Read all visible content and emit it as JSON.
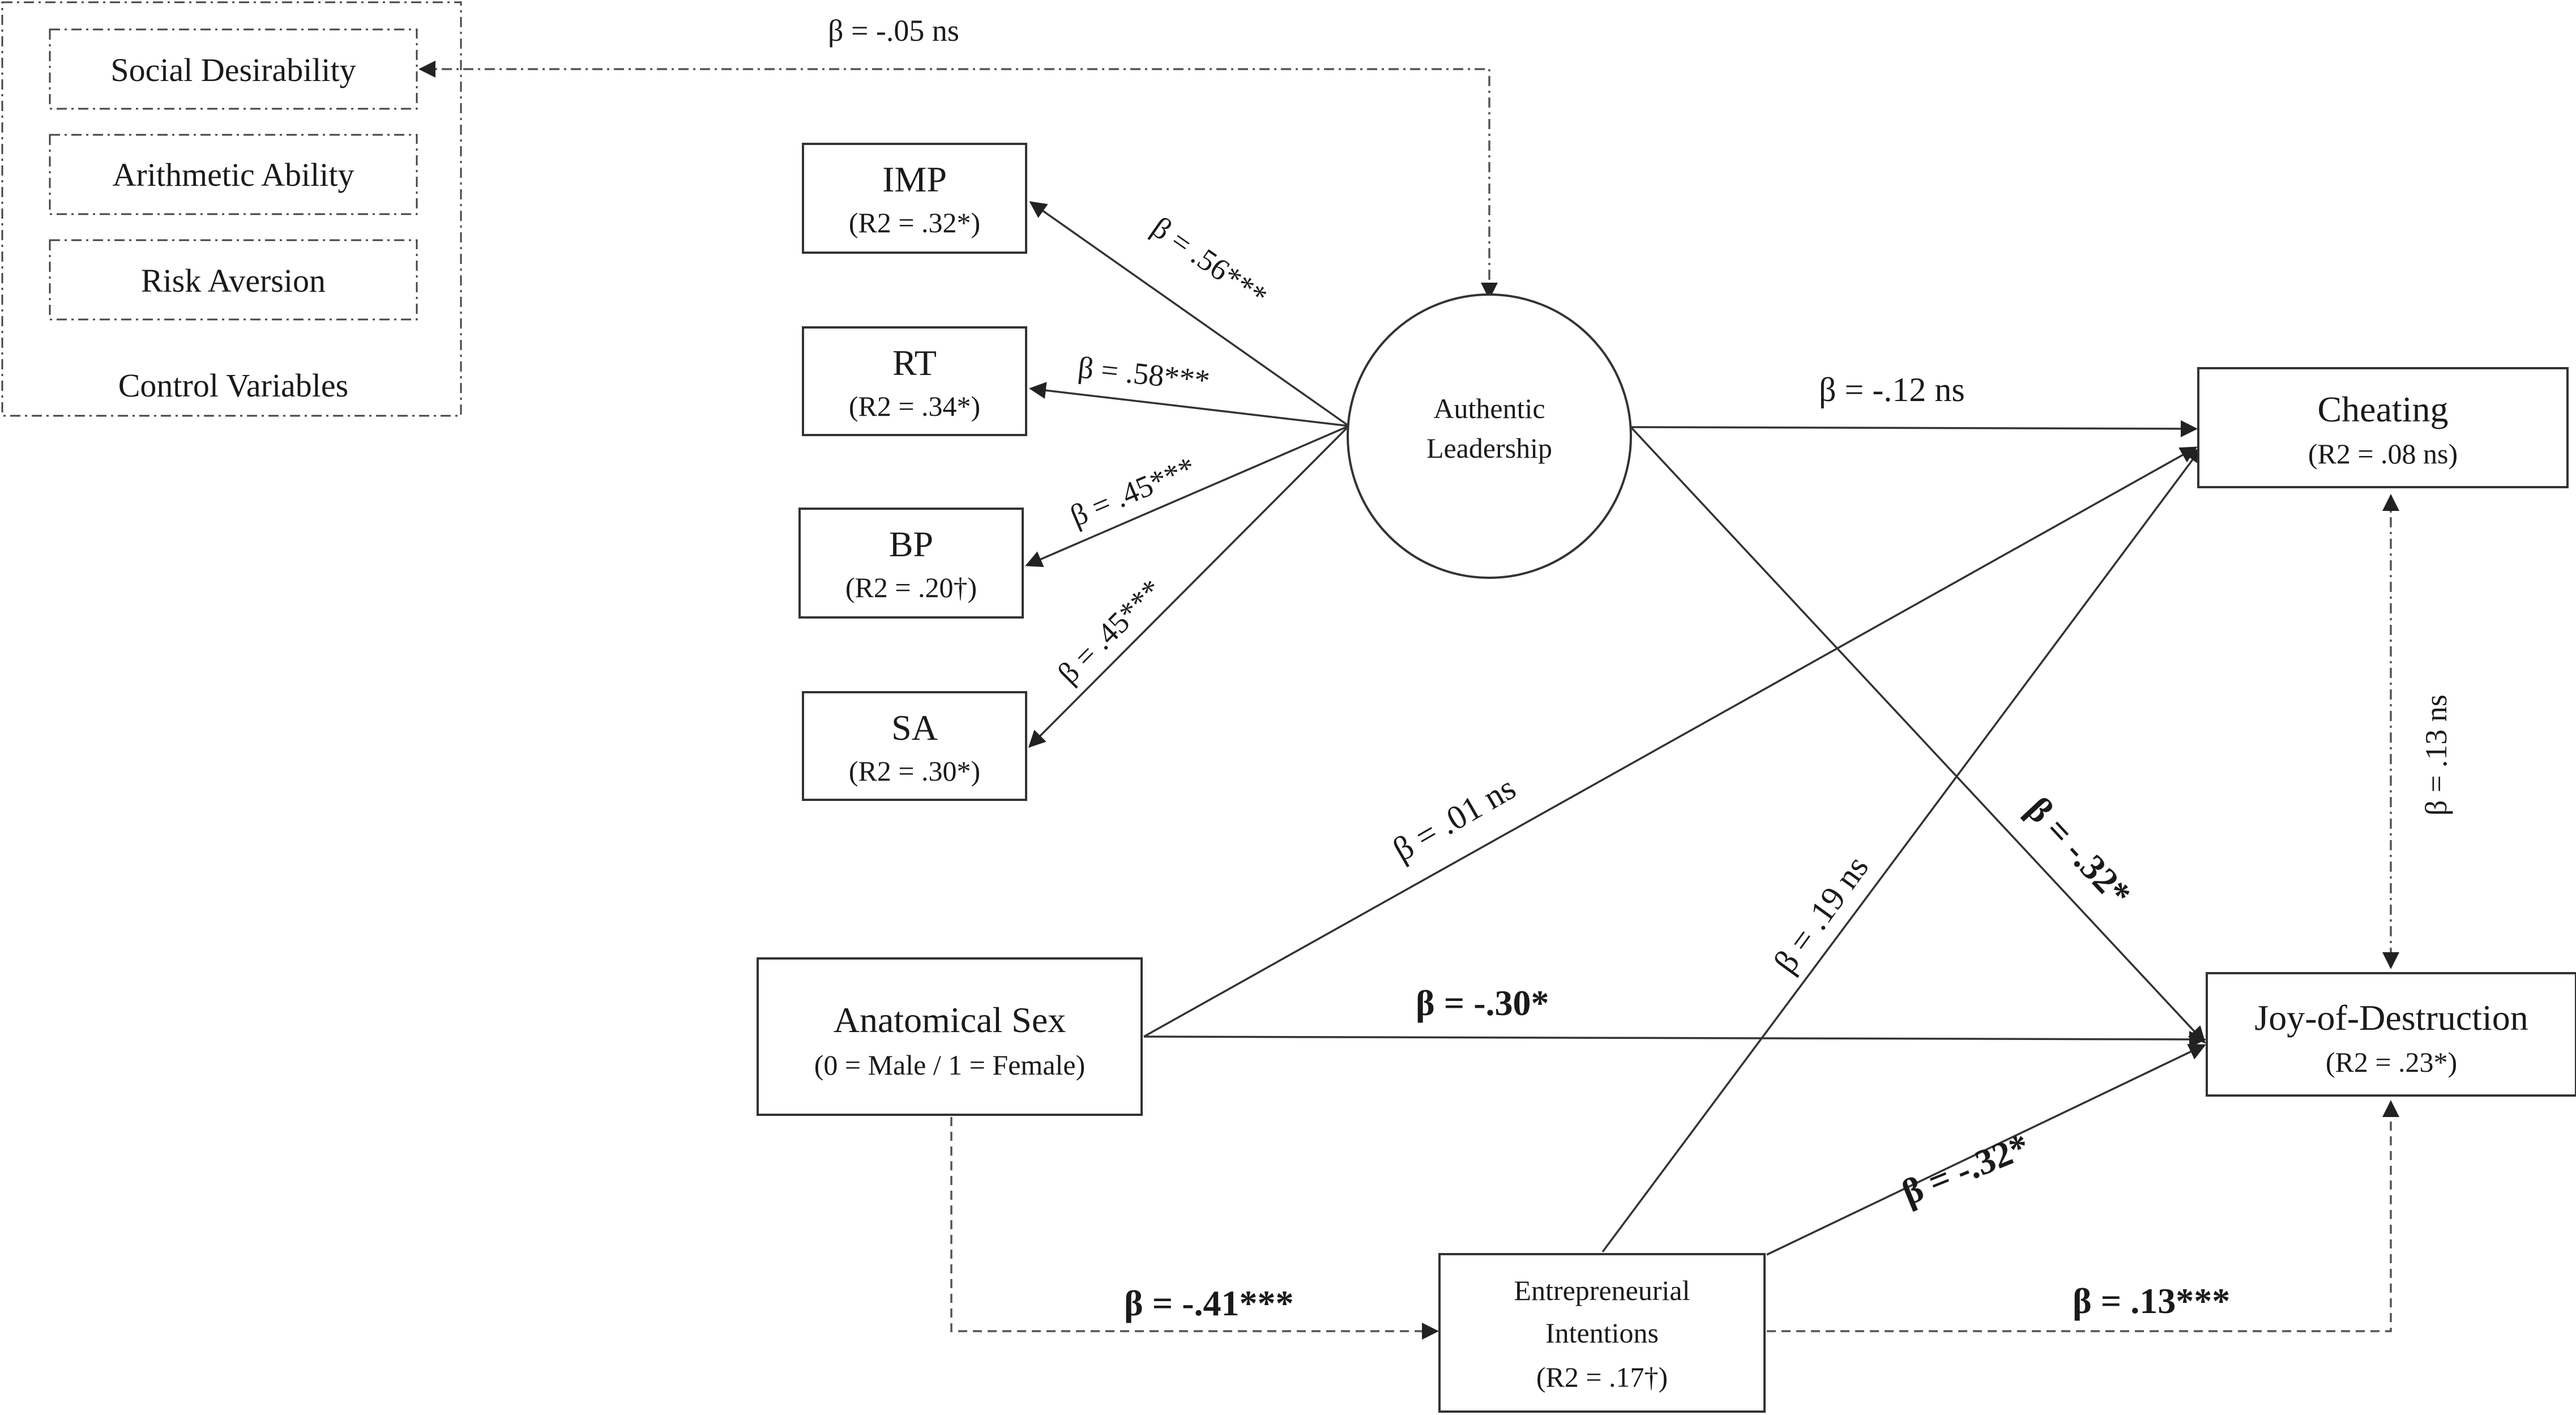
{
  "controls": {
    "items": [
      "Social Desirability",
      "Arithmetic Ability",
      "Risk Aversion"
    ],
    "group_label": "Control Variables"
  },
  "nodes": {
    "imp": {
      "name": "IMP",
      "r2": "(R2 = .32*)"
    },
    "rt": {
      "name": "RT",
      "r2": "(R2 = .34*)"
    },
    "bp": {
      "name": "BP",
      "r2": "(R2 = .20†)"
    },
    "sa": {
      "name": "SA",
      "r2": "(R2 = .30*)"
    },
    "authentic_leadership": {
      "line1": "Authentic",
      "line2": "Leadership"
    },
    "cheating": {
      "name": "Cheating",
      "r2": "(R2 = .08 ns)"
    },
    "joy": {
      "name": "Joy-of-Destruction",
      "r2": "(R2 = .23*)"
    },
    "sex": {
      "name": "Anatomical  Sex",
      "coding": "(0  = Male  / 1 = Female)"
    },
    "ei": {
      "line1": "Entrepreneurial",
      "line2": "Intentions",
      "r2": "(R2 = .17†)"
    }
  },
  "paths": {
    "controls_al": "β = -.05 ns",
    "al_imp": "β = .56***",
    "al_rt": "β = .58***",
    "al_bp": "β = .45***",
    "al_sa": "β = .45***",
    "al_cheating": "β = -.12 ns",
    "al_joy": "β = -.32*",
    "sex_cheating": "β = .01 ns",
    "sex_joy": "β = -.30*",
    "ei_cheating": "β = .19 ns",
    "ei_joy": "β = -.32*",
    "sex_ei": "β = -.41***",
    "ei_joy_dashed": "β = .13***",
    "cheating_joy": "β = .13 ns"
  }
}
